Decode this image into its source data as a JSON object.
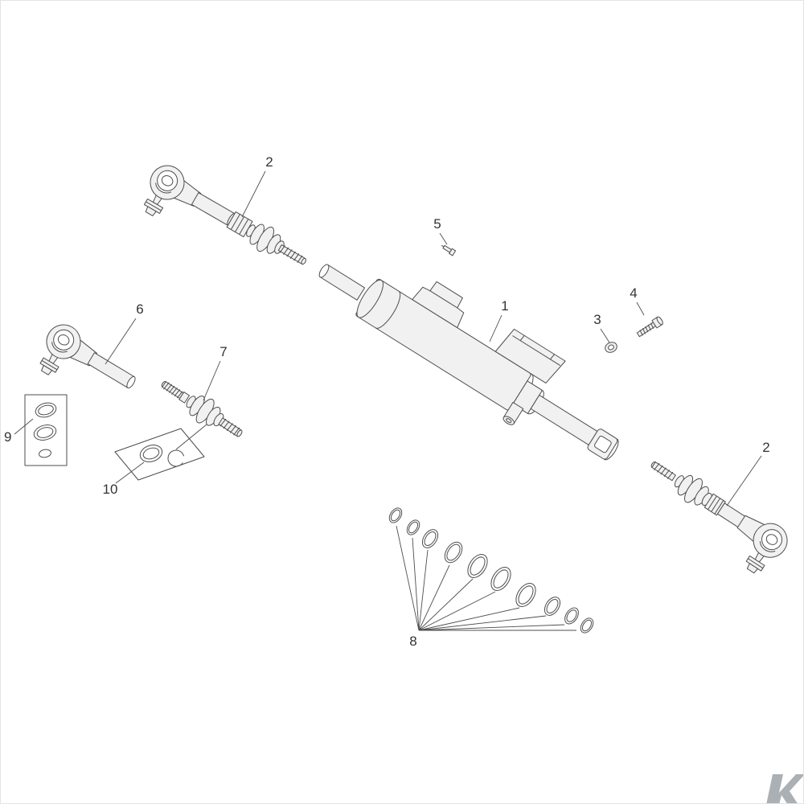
{
  "diagram": {
    "kind": "exploded-parts-diagram",
    "subject": "steering cylinder assembly with tie rod ends and seal kit",
    "background": "#ffffff",
    "line_color": "#4d4d4d",
    "label_color": "#333333",
    "callouts": [
      {
        "part": "tie-rod-assembly-upper",
        "label": "2"
      },
      {
        "part": "grease-fitting",
        "label": "5"
      },
      {
        "part": "cylinder-body",
        "label": "1"
      },
      {
        "part": "washer",
        "label": "3"
      },
      {
        "part": "bolt",
        "label": "4"
      },
      {
        "part": "tie-rod-assembly-lower",
        "label": "2"
      },
      {
        "part": "tie-rod-end",
        "label": "6"
      },
      {
        "part": "ball-joint",
        "label": "7"
      },
      {
        "part": "seal-kit-box",
        "label": "9"
      },
      {
        "part": "seal-plate",
        "label": "10"
      },
      {
        "part": "o-ring-set",
        "label": "8"
      }
    ],
    "watermark": {
      "name": "brand-logo-k",
      "color": "#aab0b4"
    }
  }
}
